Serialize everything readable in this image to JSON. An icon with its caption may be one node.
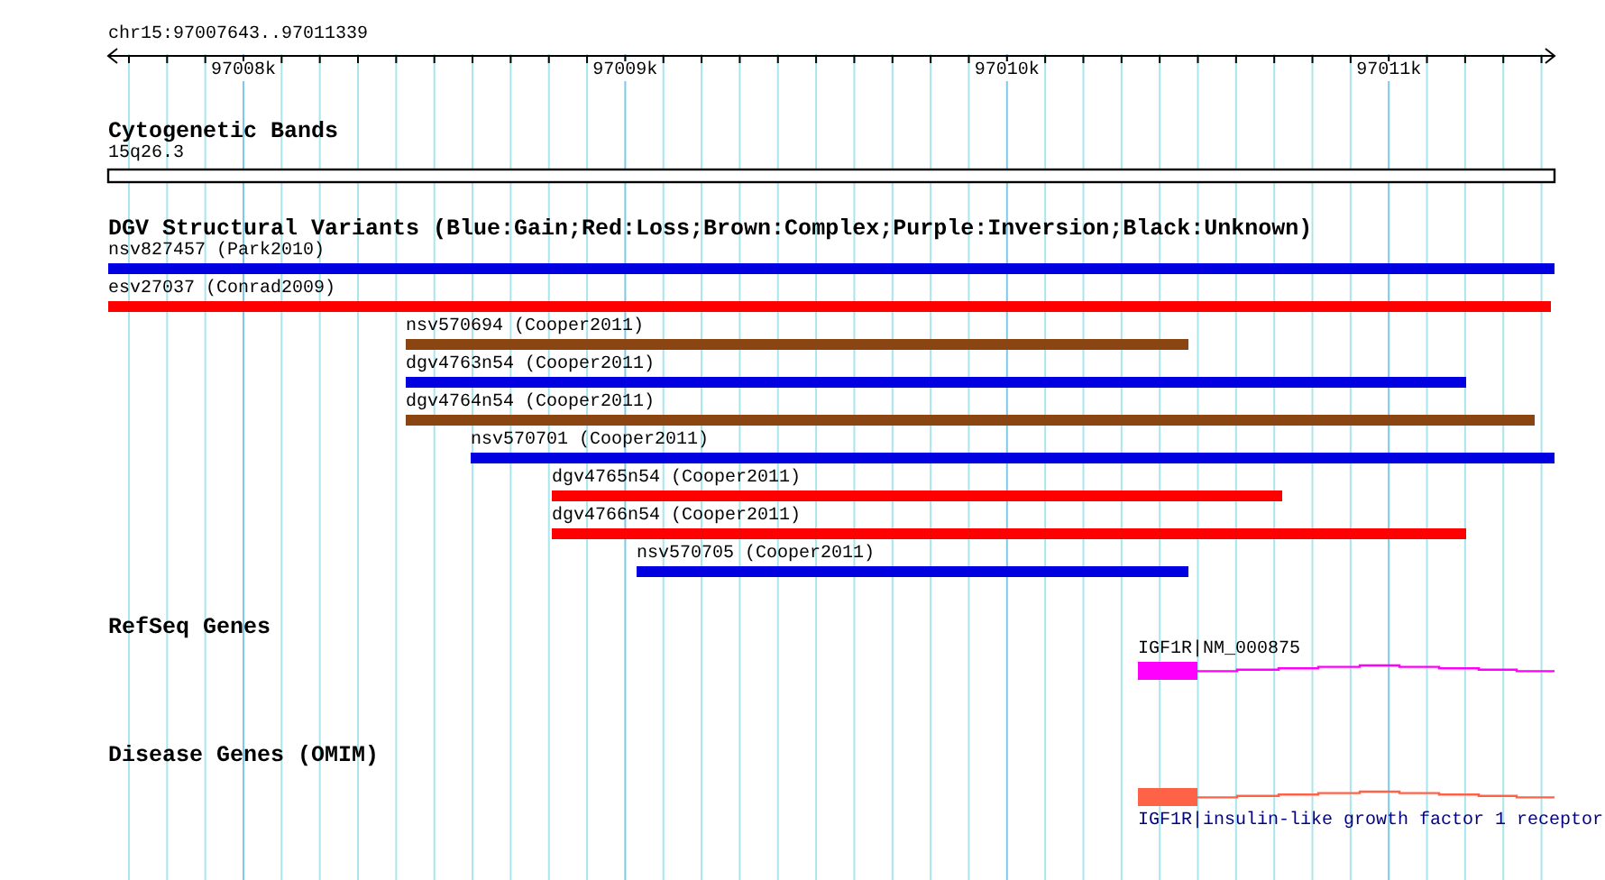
{
  "diagram": {
    "nodes": [
      {
        "text": [
          "nsv827457 (Park2010)"
        ]
      },
      {
        "text": [
          "esv27037 (Conrad2009)"
        ]
      },
      {
        "text": [
          "nsv570694 (Cooper2011)"
        ]
      },
      {
        "text": [
          "dgv4763n54 (Cooper2011)"
        ]
      },
      {
        "text": [
          "dgv4764n54 (Cooper2011)"
        ]
      },
      {
        "text": [
          "nsv570701 (Cooper2011)"
        ]
      },
      {
        "text": [
          "dgv4765n54 (Cooper2011)"
        ]
      },
      {
        "text": [
          "dgv4766n54 (Cooper2011)"
        ]
      },
      {
        "text": [
          "nsv570705 (Cooper2011)"
        ]
      },
      {
        "text": [
          "IGF1R|NM_000875"
        ]
      },
      {
        "text": [
          "IGF1R|insulin-like growth factor 1 receptor"
        ]
      }
    ],
    "labels": [
      "chr15:97007643..97011339",
      "97008k",
      "97009k",
      "97010k",
      "97011k",
      "Cytogenetic Bands",
      "15q26.3",
      "DGV Structural Variants (Blue:Gain;Red:Loss;Brown:Complex;Purple:Inversion;Black:Unknown)",
      "RefSeq Genes",
      "Disease Genes (OMIM)"
    ]
  }
}
